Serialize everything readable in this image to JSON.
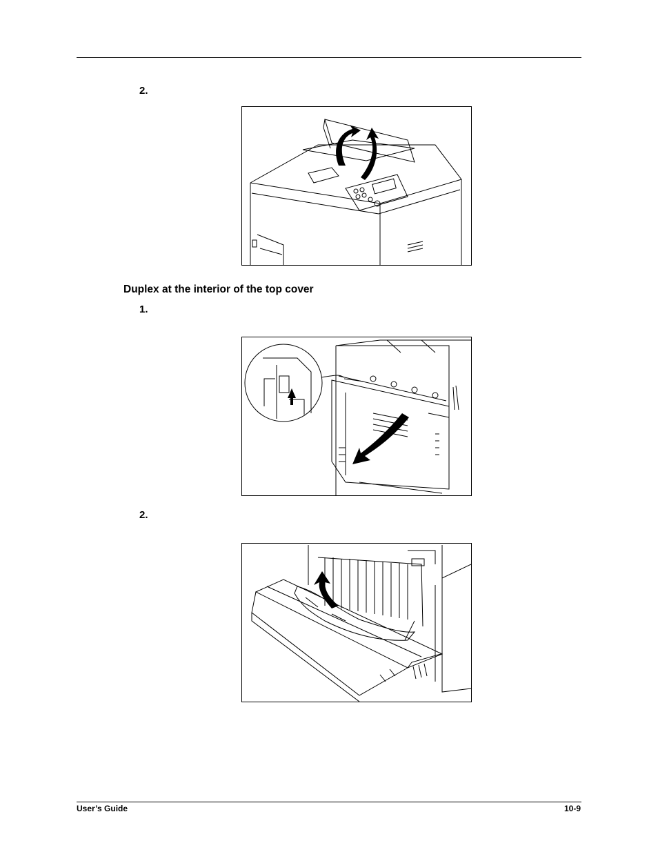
{
  "document": {
    "section": {
      "heading": "Duplex at the interior of the top cover"
    },
    "steps": {
      "top_step": "2.",
      "duplex_step1": "1.",
      "duplex_step2": "2."
    },
    "figures": [
      {
        "name": "printer-top-cover-figure"
      },
      {
        "name": "duplex-unit-open-figure"
      },
      {
        "name": "remove-jammed-paper-figure"
      }
    ]
  },
  "footer": {
    "left": "User’s Guide",
    "right": "10-9"
  }
}
